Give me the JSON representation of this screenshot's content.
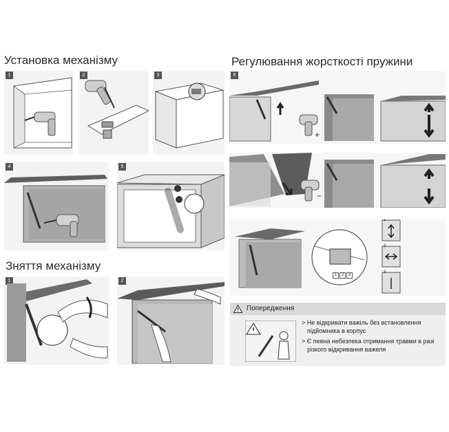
{
  "titles": {
    "install": "Установка механізму",
    "adjust": "Регулювання жорсткості пружини",
    "remove": "Зняття механізму"
  },
  "steps": {
    "install_1": "1",
    "install_2": "2",
    "install_3": "3",
    "install_4": "4",
    "install_5": "5",
    "adjust_1": "6",
    "remove_1": "1",
    "remove_2": "2"
  },
  "adjust_signs": {
    "plus": "+",
    "minus": "−"
  },
  "settings_marks": [
    "1",
    "2",
    "3"
  ],
  "warning": {
    "title": "Попередження",
    "line1a": "Не відкривати важіль без встановлення",
    "line1b": "підйомника в корпус",
    "line2a": "Є певна небезпека отримання травми в разі",
    "line2b": "різкого відкривання важеля"
  }
}
